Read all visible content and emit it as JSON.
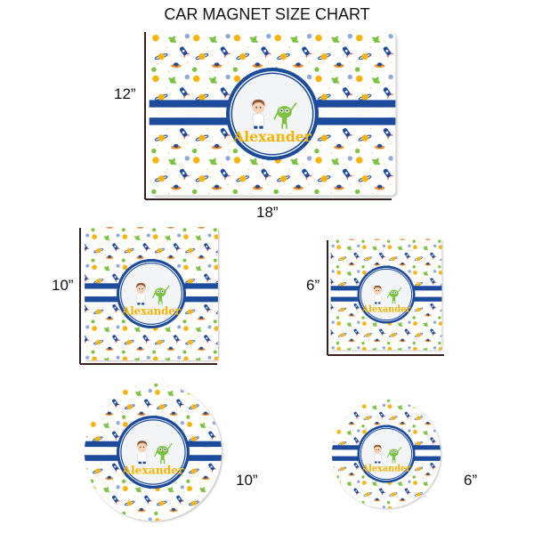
{
  "title": "CAR MAGNET SIZE CHART",
  "personalized_name": "Alexander",
  "magnets": [
    {
      "shape": "rectangle",
      "width_label": "18”",
      "height_label": "12”"
    },
    {
      "shape": "square",
      "size_label": "10”"
    },
    {
      "shape": "square",
      "size_label": "6”"
    },
    {
      "shape": "circle",
      "size_label": "10”"
    },
    {
      "shape": "circle",
      "size_label": "6”"
    }
  ],
  "colors": {
    "stripe_blue": "#1f4b9c",
    "name_yellow": "#f5b400",
    "alien_green": "#7cc242",
    "dimension_line": "#3a1f1f"
  }
}
